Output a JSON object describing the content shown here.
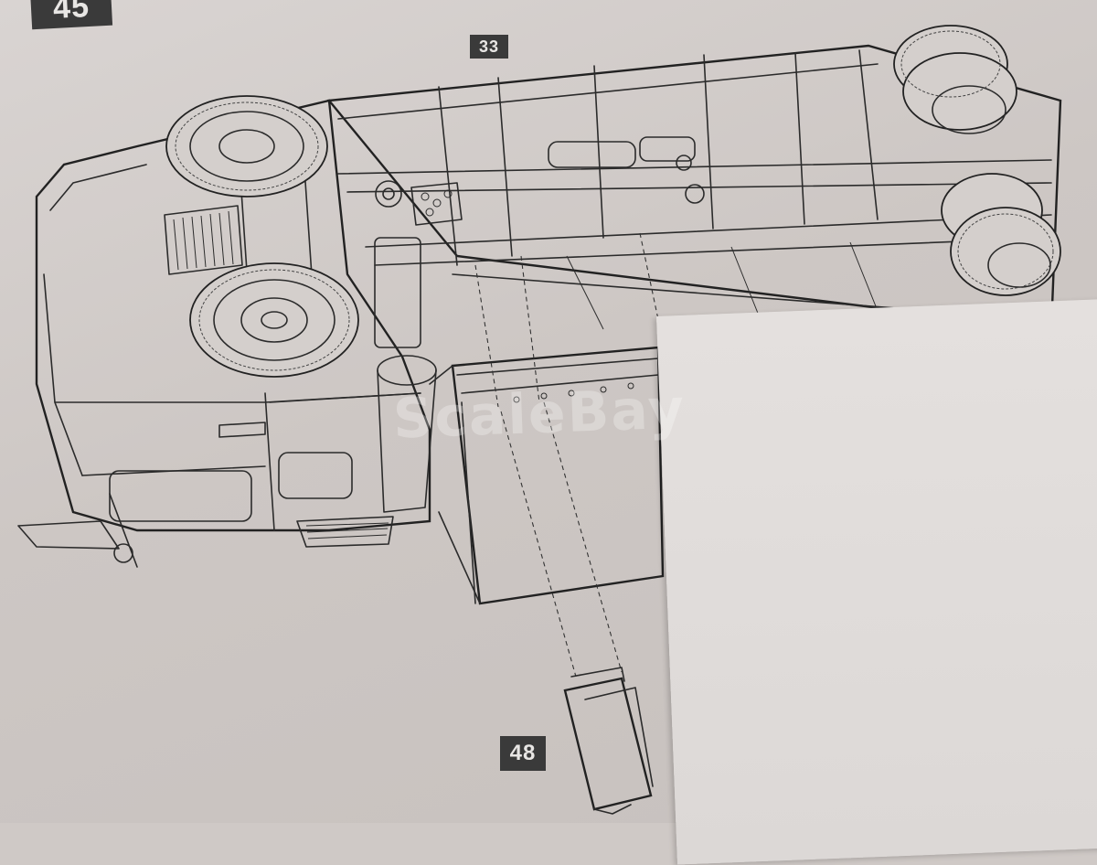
{
  "steps": {
    "top_step": "45",
    "step_33": "33",
    "step_48": "48"
  },
  "watermark": "ScaleBay",
  "colors": {
    "paper": "#d6d1ce",
    "line": "#2b2b2b",
    "badge": "#3a3a3a"
  }
}
